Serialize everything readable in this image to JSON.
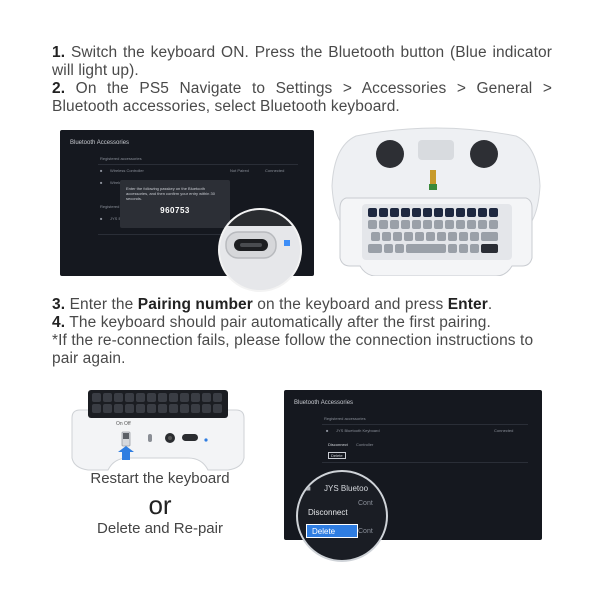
{
  "instructions_top": {
    "step1_num": "1.",
    "step1_text": "Switch the keyboard ON. Press the Bluetooth button (Blue indicator will light up).",
    "step2_num": "2.",
    "step2_text": "On the PS5 Navigate to Settings > Accessories > General > Bluetooth accessories, select Bluetooth keyboard."
  },
  "screen1": {
    "title": "Bluetooth Accessories",
    "section": "Registered accessories",
    "device1": "Wireless Controller",
    "device2": "Wireless",
    "section2": "Registered accessories",
    "device3": "JYS Bluet",
    "footer": "",
    "status1": "Not Paired",
    "status2": "Connected",
    "dialog_text": "Enter the following passkey on the Bluetooth accessories, and then confirm your entry within 30 seconds.",
    "passkey": "960753"
  },
  "instructions_mid": {
    "step3_num": "3.",
    "step3_a": "Enter the ",
    "step3_b": "Pairing number",
    "step3_c": " on the keyboard and press ",
    "step3_d": "Enter",
    "step3_e": ".",
    "step4_num": "4.",
    "step4_text": "The keyboard should pair automatically after the first pairing.",
    "note": "*If the re-connection fails, please follow the connection instructions to pair again."
  },
  "switch_labels": {
    "on_off": "On  Off"
  },
  "captions": {
    "restart": "Restart the keyboard",
    "or": "or",
    "delete": "Delete and Re-pair"
  },
  "screen2": {
    "title": "Bluetooth Accessories",
    "section": "Registered accessories",
    "device1": "JYS Bluetooth Keyboard",
    "status1": "Connected",
    "menu_disconnect": "Disconnect",
    "menu_controller": "Controller",
    "menu_delete": "Delete",
    "zoom_device": "JYS Bluetoo",
    "zoom_disconnect": "Disconnect",
    "zoom_delete": "Delete",
    "zoom_cont1": "Cont",
    "zoom_cont2": "Cont"
  },
  "colors": {
    "screen_bg": "#15181f",
    "accent_blue": "#2f7de1",
    "text_dark": "#222222"
  }
}
